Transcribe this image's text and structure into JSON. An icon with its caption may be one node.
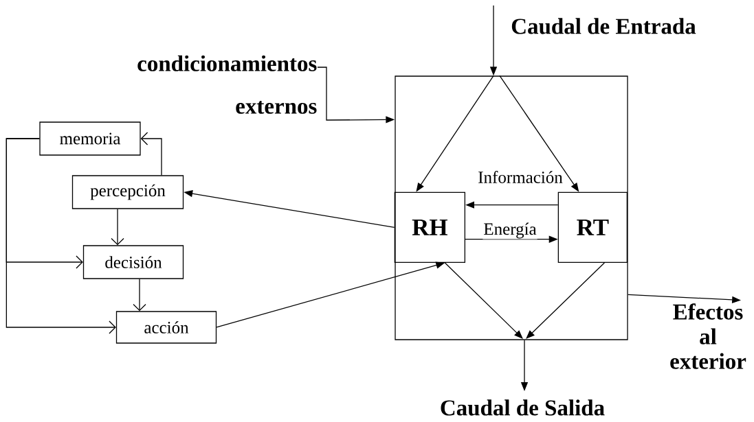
{
  "diagram": {
    "nodes": [
      {
        "text": [
          "condicionamientos externos"
        ]
      },
      {
        "text": [],
        "shape": "box"
      },
      {
        "text": [
          "RH"
        ],
        "in": 1
      },
      {
        "text": [
          "RT"
        ],
        "in": 1
      },
      {
        "text": [
          "memoria"
        ]
      },
      {
        "text": [
          "percepción"
        ]
      },
      {
        "text": [
          "decisión"
        ]
      },
      {
        "text": [
          "acción"
        ]
      },
      {
        "text": [
          "Efectos al exterior"
        ]
      }
    ],
    "edges": [
      {
        "from": null,
        "to": 1,
        "arrow": "to"
      },
      {
        "from": 1,
        "to": 2,
        "arrow": "to"
      },
      {
        "from": 1,
        "to": 3,
        "arrow": "to"
      },
      {
        "from": 0,
        "to": 1,
        "arrow": "to"
      },
      {
        "from": 3,
        "to": 2,
        "arrow": "to",
        "label": "Información"
      },
      {
        "from": 2,
        "to": 3,
        "arrow": "to",
        "label": "Energía"
      },
      {
        "from": 2,
        "to": 5,
        "arrow": "to"
      },
      {
        "from": 7,
        "to": 2,
        "arrow": "to"
      },
      {
        "from": 2,
        "to": null,
        "arrow": "to"
      },
      {
        "from": 3,
        "to": null,
        "arrow": "to"
      },
      {
        "from": 1,
        "to": null,
        "arrow": "to"
      },
      {
        "from": 1,
        "to": 8,
        "arrow": "to"
      },
      {
        "from": 5,
        "to": 4,
        "arrow": "to"
      },
      {
        "from": 5,
        "to": 6,
        "arrow": "to"
      },
      {
        "from": 6,
        "to": 7,
        "arrow": "to"
      },
      {
        "from": 4,
        "to": 6,
        "arrow": "to"
      },
      {
        "from": 4,
        "to": 7,
        "arrow": "to"
      }
    ],
    "labels": [
      "Caudal de Entrada",
      "Caudal de Salida"
    ]
  }
}
